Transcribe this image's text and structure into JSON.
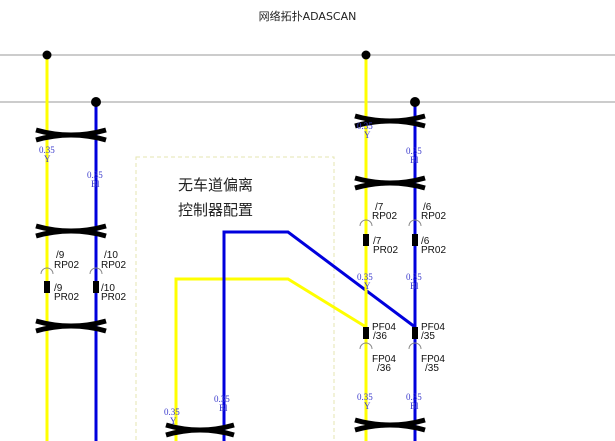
{
  "header": {
    "title": "网络拓扑ADASCAN"
  },
  "ecu_box": {
    "line1": "无车道偏离",
    "line2": "控制器配置"
  },
  "colors": {
    "yellow_wire": "#ffff00",
    "blue_wire": "#0000dd",
    "gray_line": "#999999",
    "dashed_box": "#e6e6b0",
    "connector": "#000000",
    "wire_label": "#3a3acc"
  },
  "wires": {
    "left_yellow": {
      "size": "0.35",
      "color": "Y"
    },
    "left_blue": {
      "size": "0.35",
      "color": "Bl"
    },
    "right_yellow_top": {
      "size": "0.35",
      "color": "Y"
    },
    "right_blue_top": {
      "size": "0.35",
      "color": "Bl"
    },
    "right_yellow_mid": {
      "size": "0.35",
      "color": "Y"
    },
    "right_blue_mid": {
      "size": "0.35",
      "color": "Bl"
    },
    "right_yellow_bot": {
      "size": "0.35",
      "color": "Y"
    },
    "right_blue_bot": {
      "size": "0.35",
      "color": "Bl"
    },
    "ecu_yellow": {
      "size": "0.35",
      "color": "Y"
    },
    "ecu_blue": {
      "size": "0.35",
      "color": "Bl"
    }
  },
  "connectors": {
    "left_y_rp": {
      "pin": "/9",
      "name": "RP02"
    },
    "left_y_pr": {
      "pin": "/9",
      "name": "PR02"
    },
    "left_b_rp": {
      "pin": "/10",
      "name": "RP02"
    },
    "left_b_pr": {
      "pin": "/10",
      "name": "PR02"
    },
    "right_y_rp": {
      "pin": "/7",
      "name": "RP02"
    },
    "right_y_pr": {
      "pin": "/7",
      "name": "PR02"
    },
    "right_b_rp": {
      "pin": "/6",
      "name": "RP02"
    },
    "right_b_pr": {
      "pin": "/6",
      "name": "PR02"
    },
    "right_y_pf": {
      "name": "PF04",
      "pin": "/36"
    },
    "right_y_fp": {
      "name": "FP04",
      "pin": "/36"
    },
    "right_b_pf": {
      "name": "PF04",
      "pin": "/35"
    },
    "right_b_fp": {
      "name": "FP04",
      "pin": "/35"
    }
  }
}
